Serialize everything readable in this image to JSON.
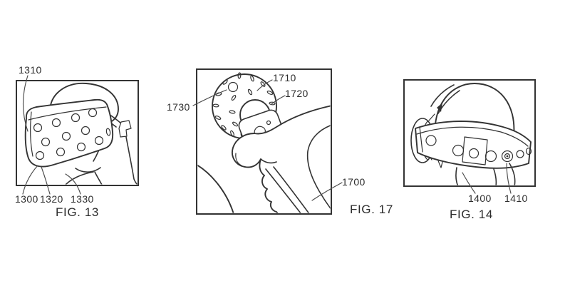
{
  "sheet": {
    "background": "#ffffff",
    "ink": "#333333"
  },
  "figures": {
    "fig13": {
      "caption": "FIG. 13",
      "drawing": "person-wearing-vr-headset-with-tracking-dots",
      "labels": {
        "l1310": "1310",
        "l1300": "1300",
        "l1320": "1320",
        "l1330": "1330"
      }
    },
    "fig17": {
      "caption": "FIG. 17",
      "drawing": "hand-holding-ring-top-motion-controller",
      "labels": {
        "l1730": "1730",
        "l1710": "1710",
        "l1720": "1720",
        "l1700": "1700"
      }
    },
    "fig14": {
      "caption": "FIG. 14",
      "drawing": "rear-head-view-with-tracking-headband",
      "labels": {
        "l1400": "1400",
        "l1410": "1410"
      }
    }
  }
}
